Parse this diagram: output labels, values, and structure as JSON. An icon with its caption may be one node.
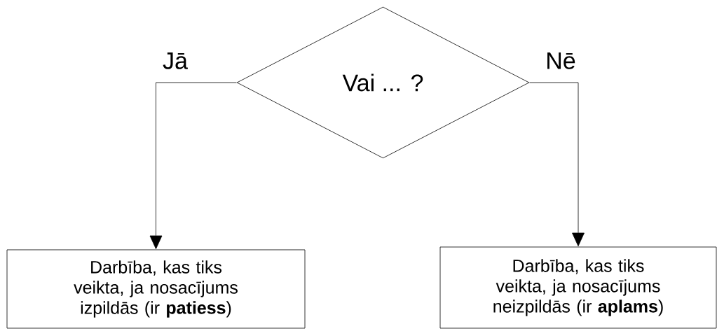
{
  "diagram": {
    "nodes": [
      {
        "text": [
          "Vai ... ?"
        ]
      },
      {
        "text": [
          "Darbība, kas tiks veikta, ja nosacījums izpildās (ir **patiess**)"
        ]
      },
      {
        "text": [
          "Darbība, kas tiks veikta, ja nosacījums neizpildās (ir **aplams**)"
        ]
      }
    ],
    "edges": [
      {
        "from": 0,
        "to": 1,
        "arrow": "to",
        "label": "Jā"
      },
      {
        "from": 0,
        "to": 2,
        "arrow": "to",
        "label": "Nē"
      }
    ]
  }
}
